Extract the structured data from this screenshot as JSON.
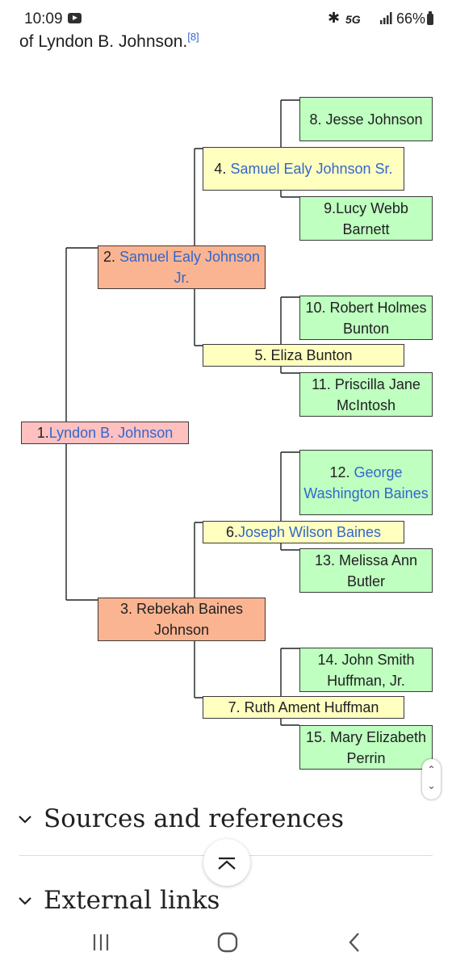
{
  "status_bar": {
    "time": "10:09",
    "network": "5G",
    "battery": "66%",
    "icons": [
      "youtube-icon",
      "bluetooth-icon",
      "signal-icon",
      "battery-icon"
    ]
  },
  "intro": {
    "text": "of Lyndon B. Johnson.",
    "ref": "[8]"
  },
  "tree": {
    "n1": {
      "num": "1. ",
      "name": "Lyndon B. Johnson"
    },
    "n2": {
      "num": "2. ",
      "name": "Samuel Ealy Johnson Jr."
    },
    "n3": {
      "text": "3. Rebekah Baines Johnson"
    },
    "n4": {
      "num": "4. ",
      "name": "Samuel Ealy Johnson Sr."
    },
    "n5": {
      "text": "5. Eliza Bunton"
    },
    "n6": {
      "num": "6. ",
      "name": "Joseph Wilson Baines"
    },
    "n7": {
      "text": "7. Ruth Ament Huffman"
    },
    "n8": {
      "text": "8. Jesse Johnson"
    },
    "n9": {
      "text": "9.Lucy Webb Barnett"
    },
    "n10": {
      "text": "10. Robert Holmes Bunton"
    },
    "n11": {
      "text": "11. Priscilla Jane McIntosh"
    },
    "n12": {
      "num": "12. ",
      "name": "George Washington Baines"
    },
    "n13": {
      "text": "13. Melissa Ann Butler"
    },
    "n14": {
      "text": "14. John Smith Huffman, Jr."
    },
    "n15": {
      "text": "15. Mary Elizabeth Perrin"
    }
  },
  "colors": {
    "gen1": "#ffc0c0",
    "gen2": "#fbb491",
    "gen3": "#ffffc0",
    "gen4": "#bfffc0",
    "link": "#3366cc"
  },
  "sections": {
    "sources": "Sources and references",
    "external": "External links"
  }
}
